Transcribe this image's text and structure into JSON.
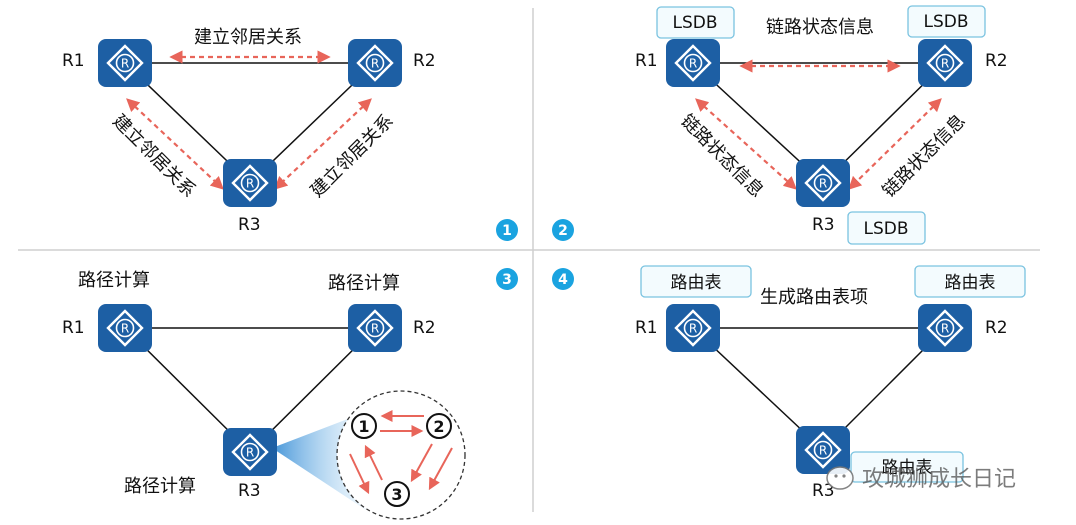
{
  "q1": {
    "r1": "R1",
    "r2": "R2",
    "r3": "R3",
    "top_label": "建立邻居关系",
    "left_label": "建立邻居关系",
    "right_label": "建立邻居关系",
    "step": "1"
  },
  "q2": {
    "r1": "R1",
    "r2": "R2",
    "r3": "R3",
    "top_label": "链路状态信息",
    "left_label": "链路状态信息",
    "right_label": "链路状态信息",
    "lsdb_r1": "LSDB",
    "lsdb_r2": "LSDB",
    "lsdb_r3": "LSDB",
    "step": "2"
  },
  "q3": {
    "r1": "R1",
    "r2": "R2",
    "r3": "R3",
    "calc_r1": "路径计算",
    "calc_r2": "路径计算",
    "calc_r3": "路径计算",
    "inset_nodes": [
      "1",
      "2",
      "3"
    ],
    "step": "3"
  },
  "q4": {
    "r1": "R1",
    "r2": "R2",
    "r3": "R3",
    "table_r1": "路由表",
    "table_r2": "路由表",
    "table_r3": "路由表",
    "gen_label": "生成路由表项",
    "step": "4"
  },
  "watermark": "攻城狮成长日记",
  "colors": {
    "router_fill": "#1d5fa4",
    "arrow": "#e8655a",
    "badge": "#1aa3e0",
    "box_border": "#7ac3e0"
  }
}
